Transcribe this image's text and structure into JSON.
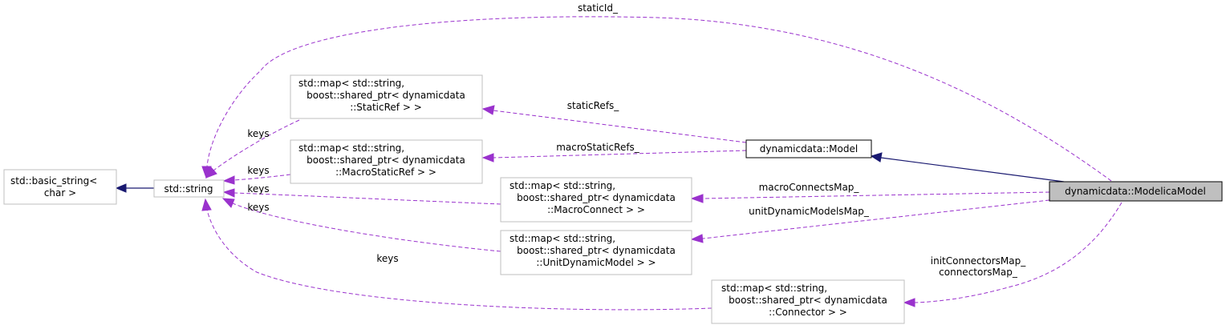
{
  "nodes": {
    "basic_string": {
      "lines": [
        "std::basic_string<",
        "char >"
      ]
    },
    "string": {
      "lines": [
        "std::string"
      ]
    },
    "map_staticref": {
      "lines": [
        "std::map< std::string,",
        "boost::shared_ptr< dynamicdata",
        "::StaticRef > >"
      ]
    },
    "map_macrostaticref": {
      "lines": [
        "std::map< std::string,",
        "boost::shared_ptr< dynamicdata",
        "::MacroStaticRef > >"
      ]
    },
    "map_macroconnect": {
      "lines": [
        "std::map< std::string,",
        "boost::shared_ptr< dynamicdata",
        "::MacroConnect > >"
      ]
    },
    "map_unitdynamicmodel": {
      "lines": [
        "std::map< std::string,",
        "boost::shared_ptr< dynamicdata",
        "::UnitDynamicModel > >"
      ]
    },
    "map_connector": {
      "lines": [
        "std::map< std::string,",
        "boost::shared_ptr< dynamicdata",
        "::Connector > >"
      ]
    },
    "model": {
      "lines": [
        "dynamicdata::Model"
      ]
    },
    "modelica_model": {
      "lines": [
        "dynamicdata::ModelicaModel"
      ]
    }
  },
  "edge_labels": {
    "static_id": "staticId_",
    "static_refs": "staticRefs_",
    "macro_static_refs": "macroStaticRefs_",
    "macro_connects_map": "macroConnectsMap_",
    "unit_dynamic_models_map": "unitDynamicModelsMap_",
    "init_connectors_map": "initConnectorsMap_",
    "connectors_map": "connectorsMap_",
    "keys_1": "keys",
    "keys_2": "keys",
    "keys_3": "keys",
    "keys_4": "keys",
    "keys_5": "keys"
  },
  "colors": {
    "inheritance_edge": "#191970",
    "usage_edge": "#9a32cd",
    "node_border": "#bfbfbf",
    "focus_fill": "#bfbfbf"
  }
}
